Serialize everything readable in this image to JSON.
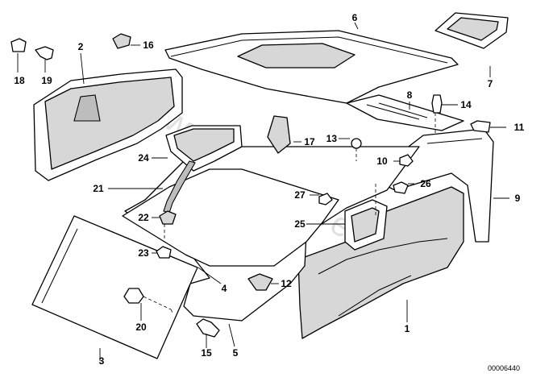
{
  "callouts": [
    "1",
    "2",
    "3",
    "4",
    "5",
    "6",
    "7",
    "8",
    "9",
    "10",
    "11",
    "12",
    "13",
    "14",
    "15",
    "16",
    "17",
    "18",
    "19",
    "20",
    "21",
    "22",
    "23",
    "24",
    "25",
    "26",
    "27"
  ],
  "watermark": "www.BMWstore.pl",
  "doc_number": "00006440"
}
